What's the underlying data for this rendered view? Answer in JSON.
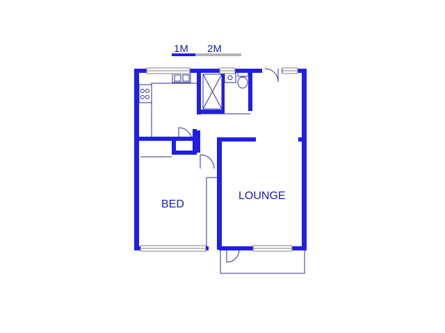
{
  "scale": {
    "label_1": "1M",
    "label_2": "2M"
  },
  "rooms": {
    "bed": "BED",
    "lounge": "LOUNGE"
  },
  "colors": {
    "wall": "#1f1fe6",
    "scale_dark": "#1f1fe6",
    "scale_light": "#b3b3b3",
    "fixture": "#2b2b8c",
    "window": "#7f7f7f",
    "text": "#1a1aa6"
  }
}
